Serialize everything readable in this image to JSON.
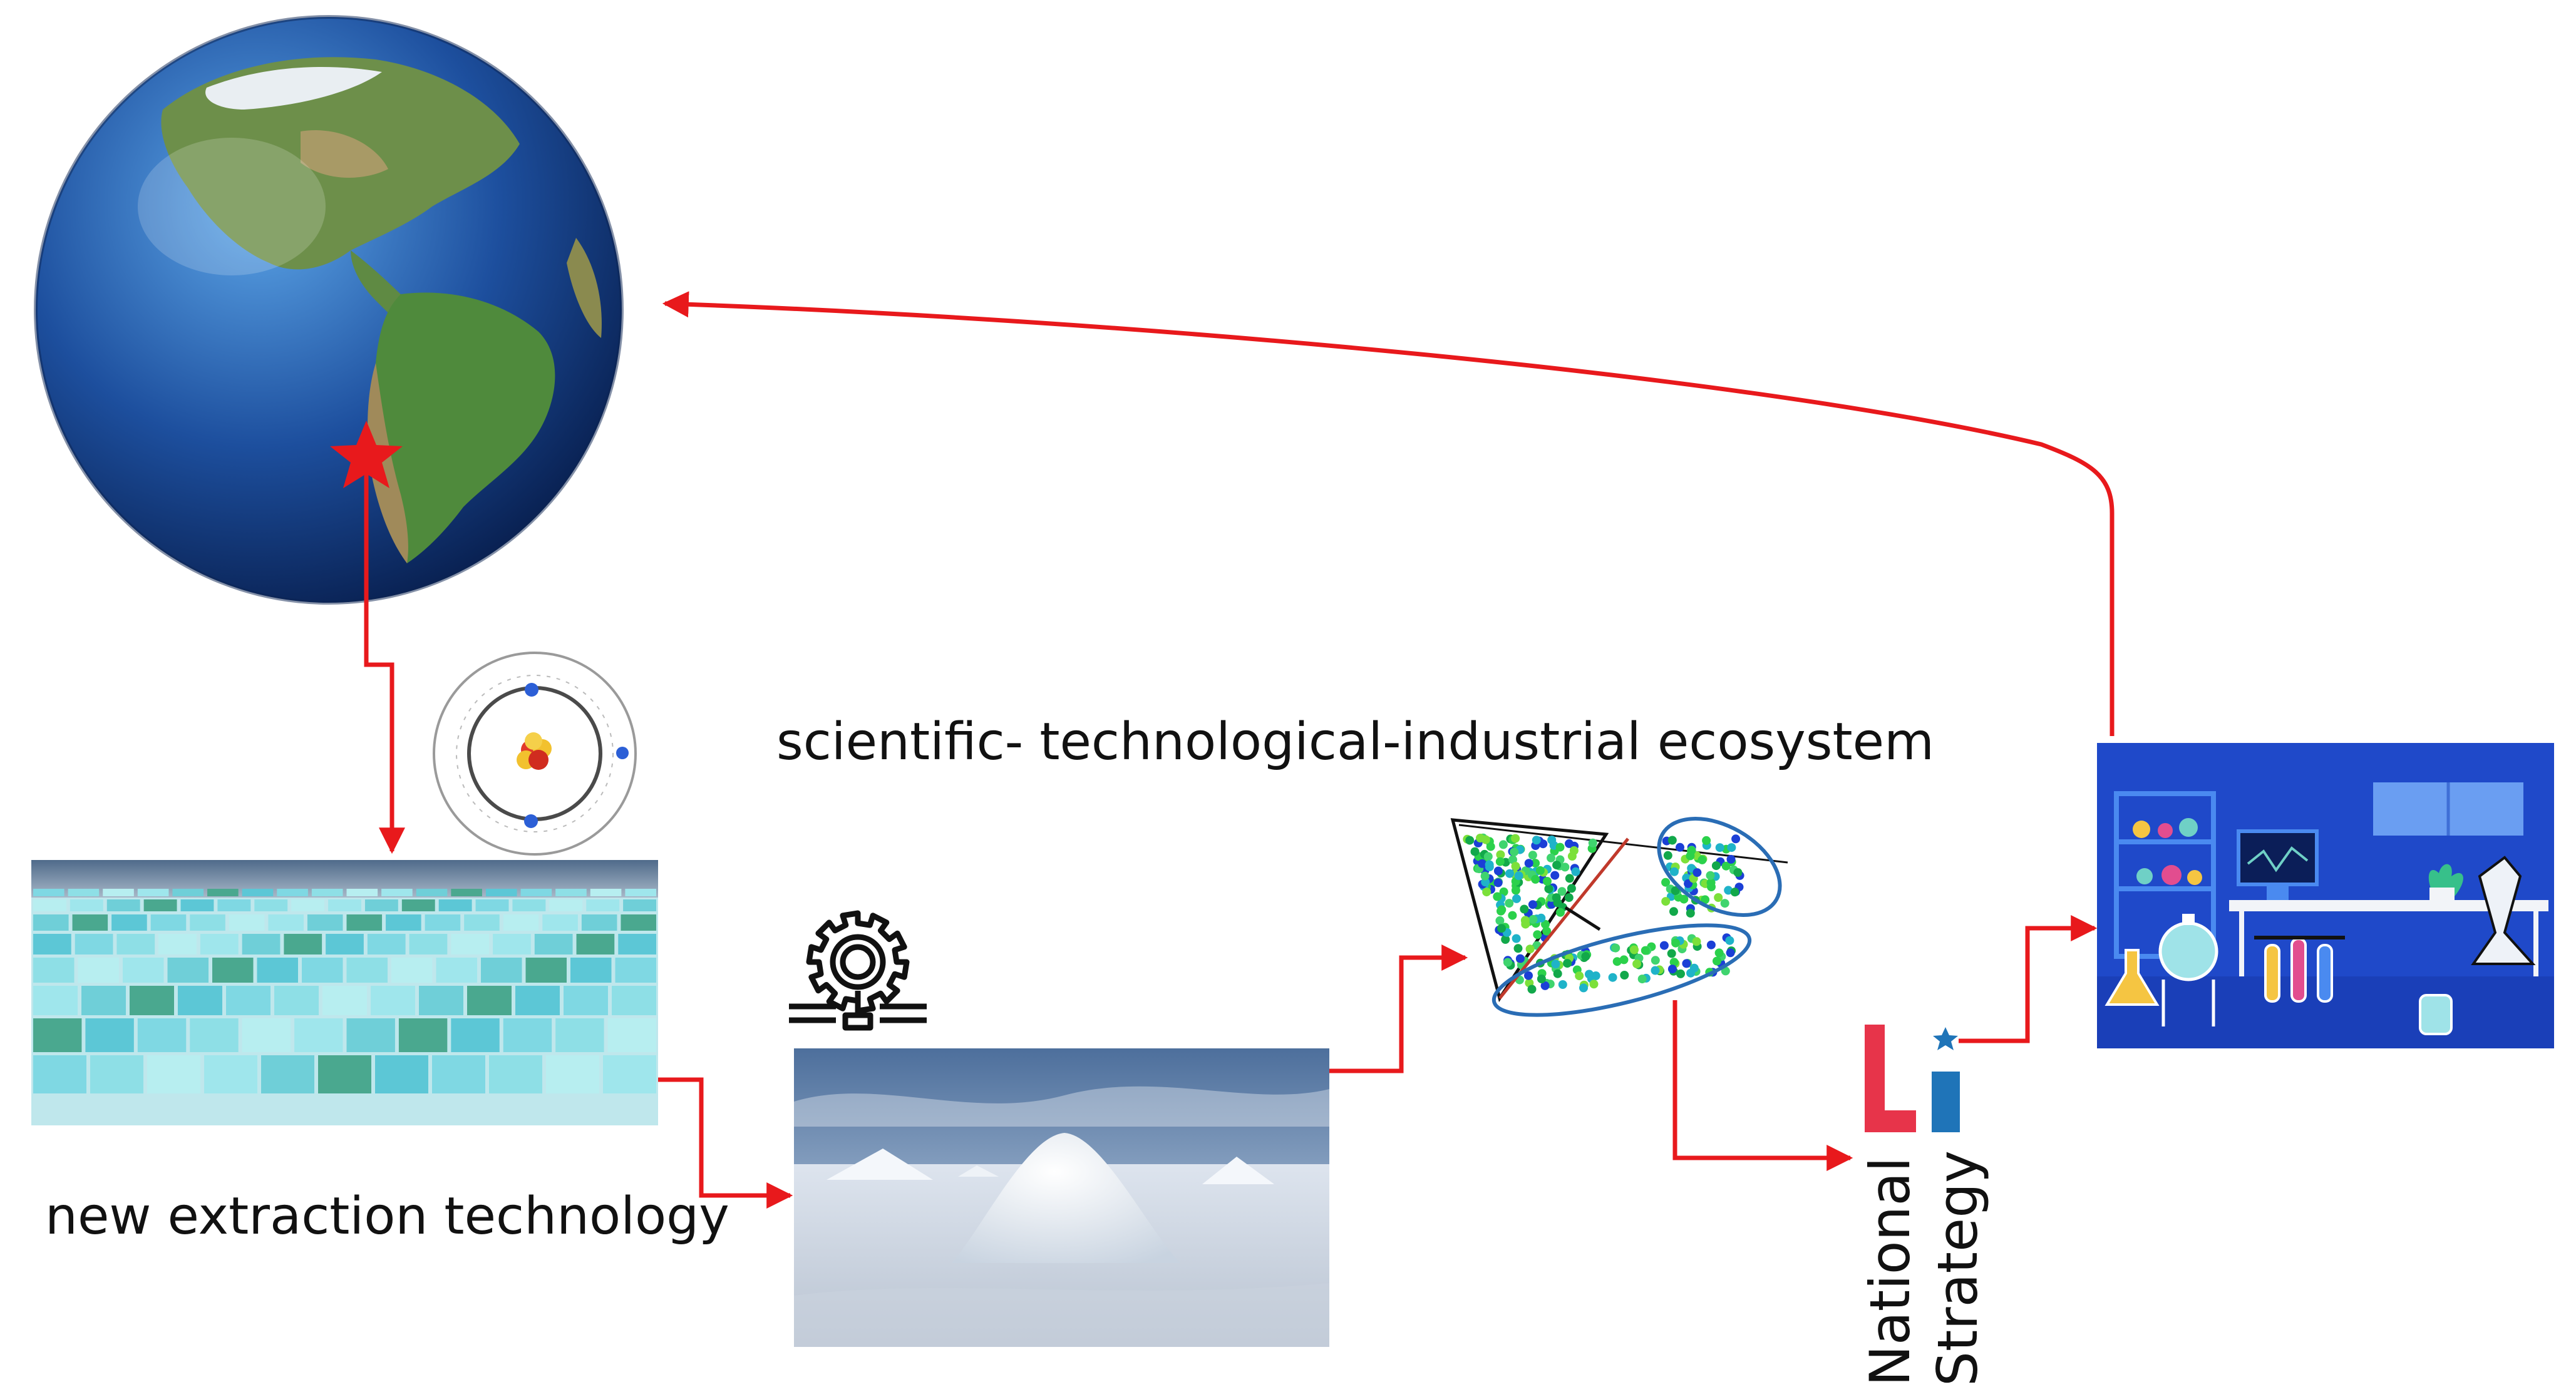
{
  "labels": {
    "ecosystem": "scientific- technological-industrial ecosystem",
    "extraction": "new extraction technology",
    "strategy_line1": "National",
    "strategy_line2": "Strategy",
    "logo_letters": "Li"
  },
  "colors": {
    "arrow": "#e8191c",
    "logo_red": "#e7344a",
    "logo_blue": "#1f74b8",
    "lab_blue": "#1f49c9",
    "brine_teal": "#7fd8e3",
    "ocean": "#1d4f9e"
  },
  "icons": {
    "globe": "earth-globe-americas-icon",
    "location": "red-star-icon",
    "atom": "lithium-atom-icon",
    "gear": "gear-magnifier-icon"
  }
}
